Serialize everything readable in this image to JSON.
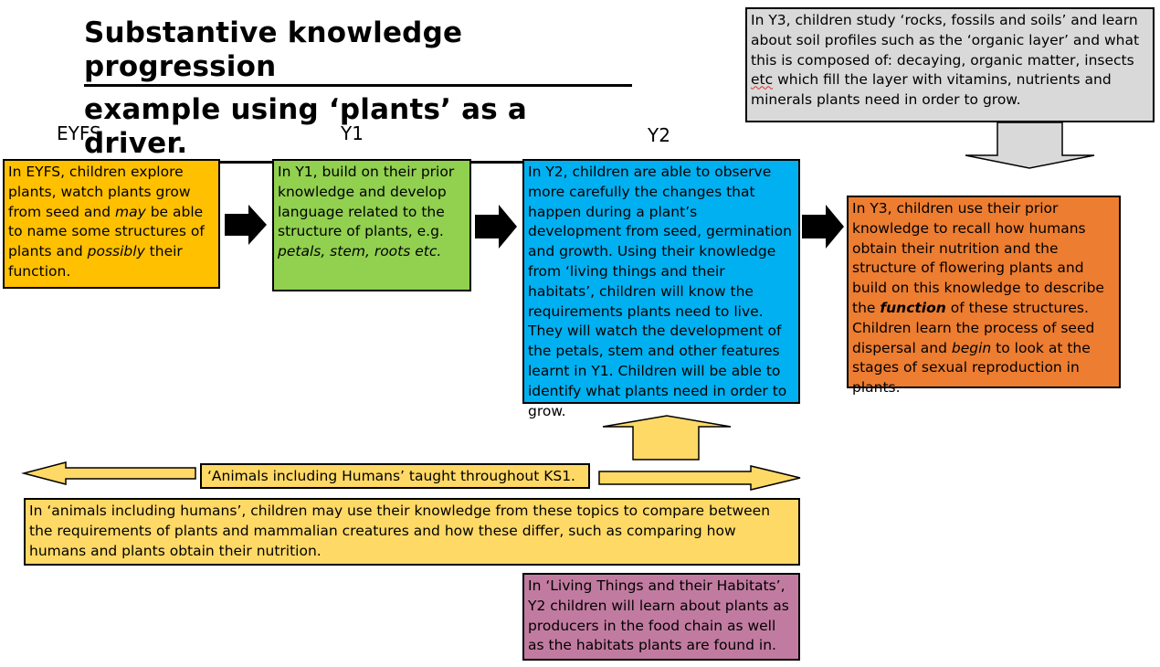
{
  "title": {
    "line1": "Substantive knowledge progression",
    "line2": "example using ‘plants’ as a driver."
  },
  "stages": {
    "eyfs": "EYFS",
    "y1": "Y1",
    "y2": "Y2"
  },
  "boxes": {
    "eyfs": {
      "t1": "In EYFS, children explore plants, watch plants grow from seed and ",
      "em1": "may",
      "t2": " be able to name some structures of plants and ",
      "em2": "possibly",
      "t3": " their function."
    },
    "y1": {
      "t1": "In Y1, build on their prior knowledge and develop language related to the structure of plants, e.g. ",
      "em1": "petals, stem, roots etc."
    },
    "y2": {
      "text": "In Y2, children are able to observe more carefully the changes that happen during a plant’s development from seed, germination and growth. Using their knowledge from ‘living things and their habitats’, children will know the requirements plants need to live. They will watch the development of the petals, stem and other features learnt in Y1. Children will be able to identify what plants need in order to grow."
    },
    "y3": {
      "t1": "In Y3, children use their prior knowledge to recall how humans obtain their nutrition and the structure of flowering plants and build on this knowledge to describe the ",
      "em1": "function",
      "t2": " of these structures. Children learn the process of seed dispersal and ",
      "em2": "begin",
      "t3": " to look at the stages of sexual reproduction in plants."
    },
    "rocks": {
      "t1": "In Y3, children study ‘rocks, fossils and soils’ and learn about soil profiles such as the ‘organic layer’ and what this is composed of: decaying, organic matter, insects ",
      "etc": "etc",
      "t2": " which fill the layer with vitamins, nutrients and minerals plants need in order to grow."
    },
    "animals_label": "‘Animals including Humans’ taught throughout KS1.",
    "animals": "In ‘animals including humans’, children may use their knowledge from these topics to compare between the requirements of plants and mammalian creatures and how these differ, such as comparing how humans and plants obtain their nutrition.",
    "living": "In ‘Living Things and their Habitats’, Y2 children will learn about plants as producers in the food chain as well as the habitats plants are found in."
  },
  "colors": {
    "eyfs": "#ffc000",
    "y1": "#92d050",
    "y2": "#00b0f0",
    "y3": "#ed7d31",
    "rocks": "#d9d9d9",
    "animals": "#ffd966",
    "living": "#c27ba0"
  }
}
